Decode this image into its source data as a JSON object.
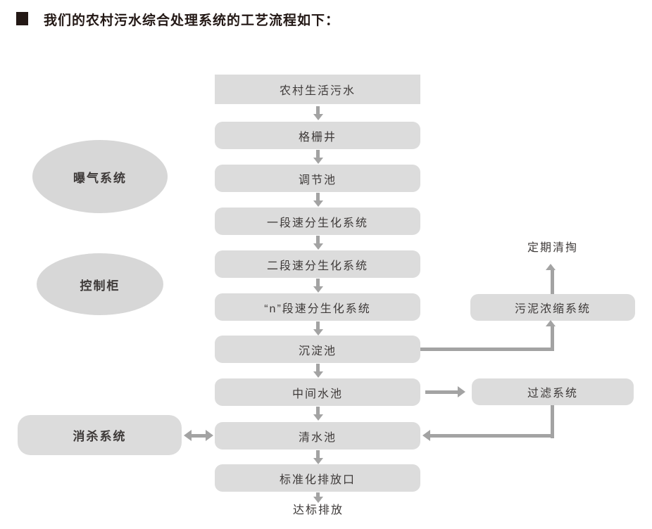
{
  "header": {
    "title": "我们的农村污水综合处理系统的工艺流程如下："
  },
  "flow": {
    "nodes": [
      "农村生活污水",
      "格栅井",
      "调节池",
      "一段速分生化系统",
      "二段速分生化系统",
      "“n”段速分生化系统",
      "沉淀池",
      "中间水池",
      "清水池",
      "标准化排放口"
    ],
    "final_output": "达标排放"
  },
  "side": {
    "aeration_system": "曝气系统",
    "control_cabinet": "控制柜",
    "disinfection_system": "消杀系统",
    "sludge_thickening_system": "污泥浓缩系统",
    "filter_system": "过滤系统",
    "periodic_cleanup": "定期清掏"
  },
  "colors": {
    "node_fill": "#dcdcdc",
    "ellipse_fill": "#d7d7d7",
    "arrow": "#a3a3a3",
    "node_text": "#3e3a39",
    "title_text": "#231815"
  }
}
